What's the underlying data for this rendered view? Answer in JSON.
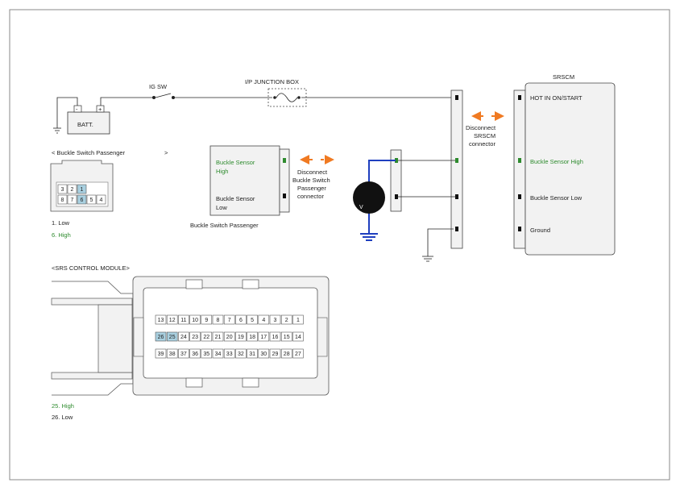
{
  "labels": {
    "ig_sw": "IG SW",
    "ip_junction_box": "I/P JUNCTION BOX",
    "battery": "BATT.",
    "battery_minus": "-",
    "battery_plus": "+",
    "srscm_title": "SRSCM",
    "srscm_hot": "HOT IN ON/START",
    "srscm_high": "Buckle Sensor High",
    "srscm_low": "Buckle Sensor Low",
    "srscm_ground": "Ground",
    "disconnect_srscm": [
      "Disconnect",
      "SRSCM",
      "connector"
    ],
    "disconnect_buckle": [
      "Disconnect",
      "Buckle Switch",
      "Passenger",
      "connector"
    ],
    "buckle_box_high": [
      "Buckle Sensor",
      "High"
    ],
    "buckle_box_low": [
      "Buckle Sensor",
      "Low"
    ],
    "buckle_box_caption": "Buckle Switch Passenger",
    "meter": "V",
    "buckle_connector_title": "< Buckle Switch Passenger",
    "buckle_connector_title_end": ">",
    "buckle_pin_low": "1. Low",
    "buckle_pin_high": "6. High",
    "srs_module_title": "<SRS CONTROL MODULE>",
    "srs_pin_high": "25. High",
    "srs_pin_low": "26. Low"
  },
  "buckle_connector": {
    "row1": [
      "3",
      "2",
      "1"
    ],
    "row2": [
      "8",
      "7",
      "6",
      "5",
      "4"
    ],
    "highlighted": [
      "1",
      "6"
    ]
  },
  "srs_connector": {
    "row1": [
      "13",
      "12",
      "11",
      "10",
      "9",
      "8",
      "7",
      "6",
      "5",
      "4",
      "3",
      "2",
      "1"
    ],
    "row2": [
      "26",
      "25",
      "24",
      "23",
      "22",
      "21",
      "20",
      "19",
      "18",
      "17",
      "16",
      "15",
      "14"
    ],
    "row3": [
      "39",
      "38",
      "37",
      "36",
      "35",
      "34",
      "33",
      "32",
      "31",
      "30",
      "29",
      "28",
      "27"
    ],
    "highlighted": [
      "25",
      "26"
    ]
  },
  "colors": {
    "wire": "#222222",
    "probe_wire": "#1f3fbf",
    "arrow": "#f07a22",
    "signal_text": "#2e8b2e",
    "pin_highlight": "#a9d0e0",
    "box_fill": "#f2f2f2"
  }
}
